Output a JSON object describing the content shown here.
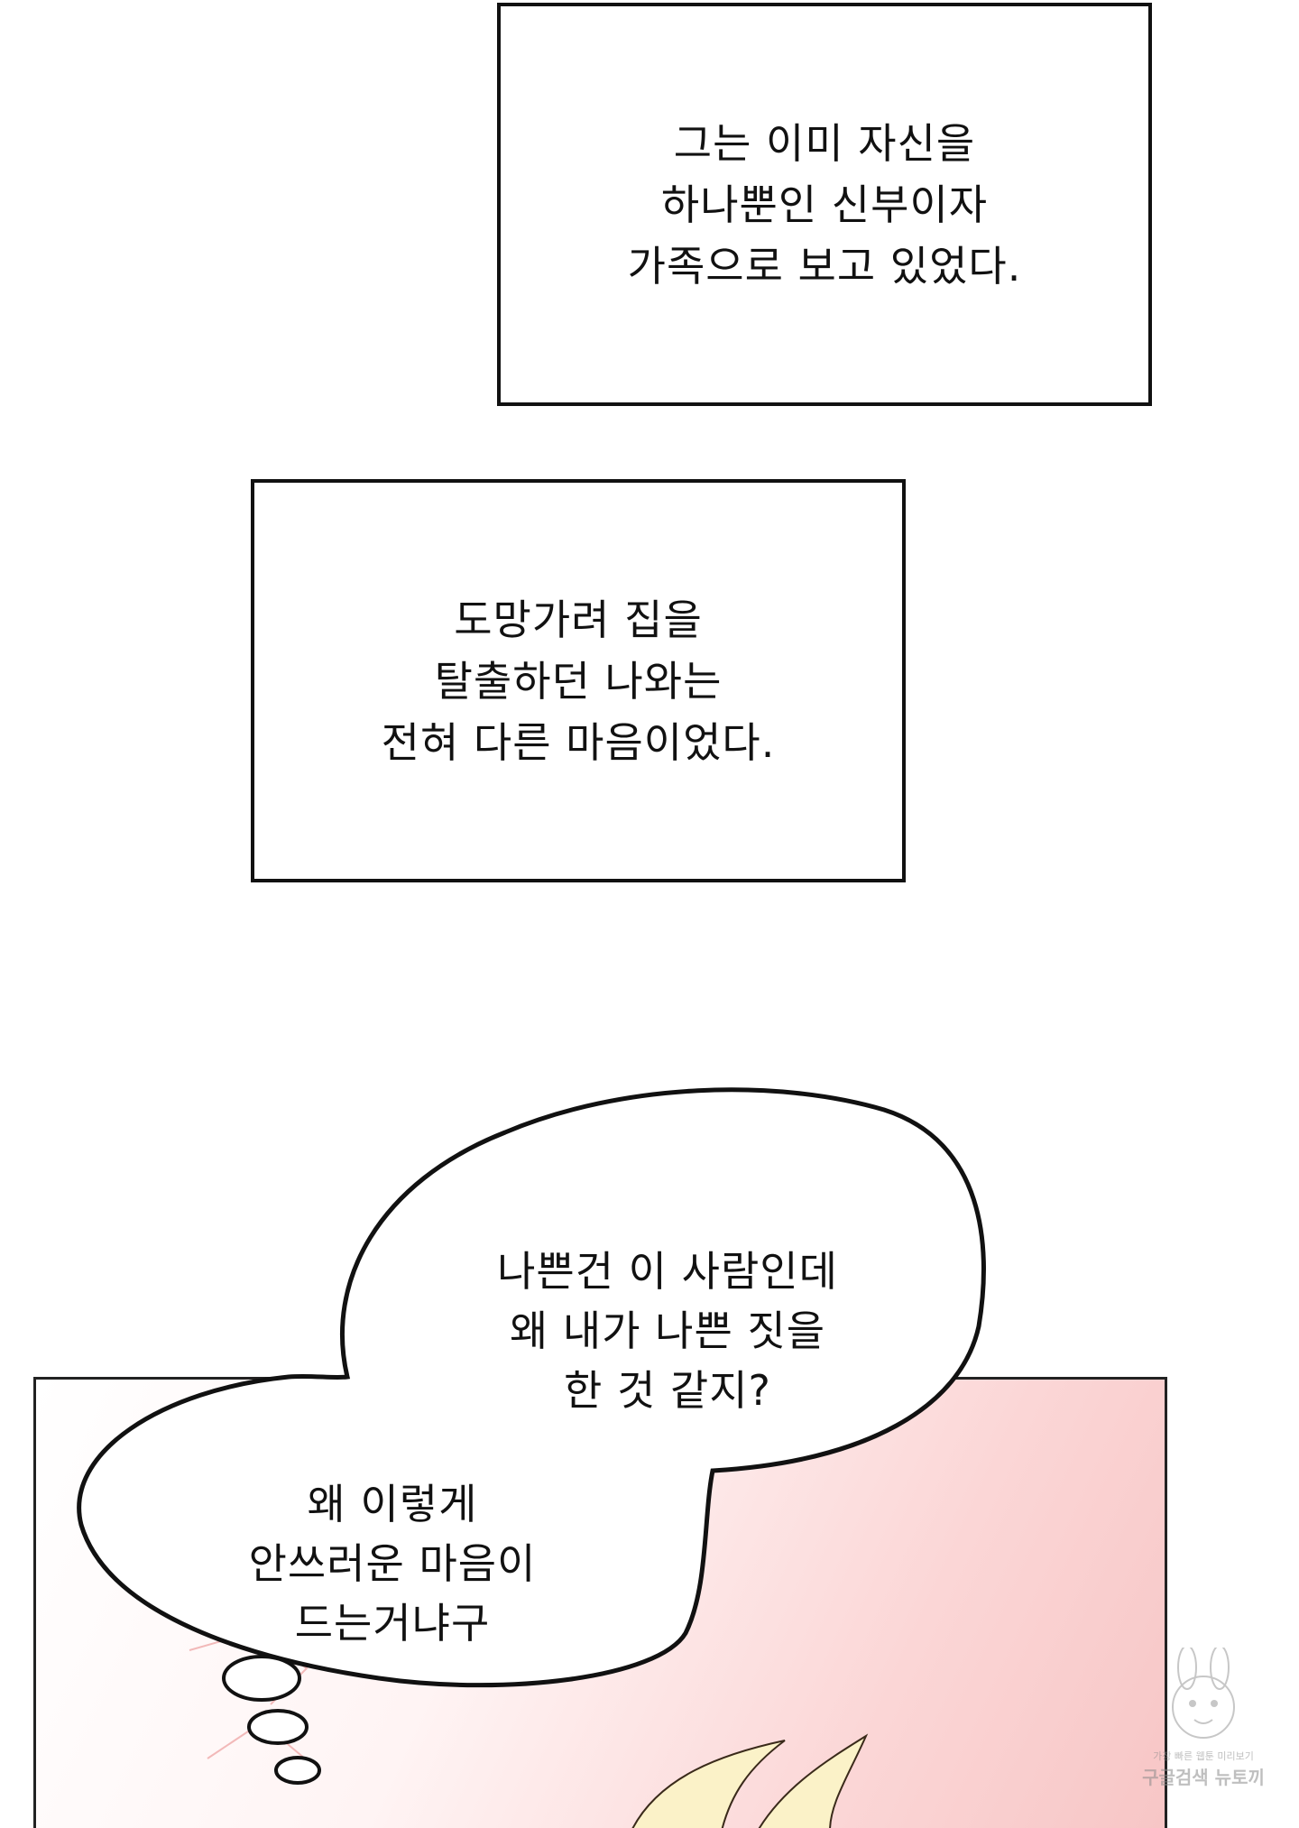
{
  "narration_boxes": [
    {
      "lines": [
        "그는 이미 자신을",
        "하나뿐인 신부이자",
        "가족으로 보고 있었다."
      ]
    },
    {
      "lines": [
        "도망가려 집을",
        "탈출하던 나와는",
        "전혀 다른 마음이었다."
      ]
    }
  ],
  "thought_bubble": {
    "upper_lines": [
      "나쁜건 이 사람인데",
      "왜 내가 나쁜 짓을",
      "한 것 같지?"
    ],
    "lower_lines": [
      "왜 이렇게",
      "안쓰러운 마음이",
      "드는거냐구"
    ]
  },
  "panel": {
    "gradient_colors": [
      "#ffffff",
      "#fff4f4",
      "#fbd6d6",
      "#f7c6c6"
    ]
  },
  "watermark": {
    "tagline": "가장 빠른 웹툰 미리보기",
    "brand": "구글검색 뉴토끼"
  }
}
